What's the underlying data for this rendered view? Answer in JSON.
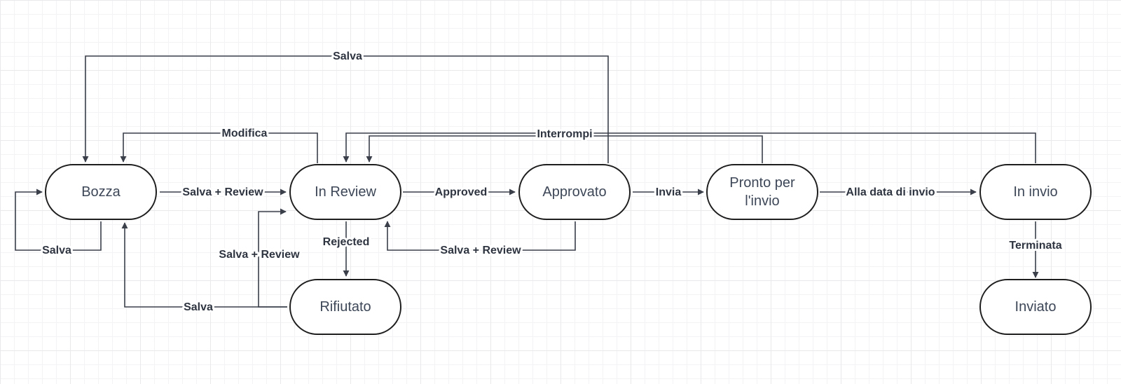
{
  "colors": {
    "node_border": "#1e1e1e",
    "node_text": "#3d4757",
    "edge": "#3a3f4a",
    "label": "#2e3440"
  },
  "nodes": {
    "bozza": "Bozza",
    "in_review": "In Review",
    "approvato": "Approvato",
    "pronto": "Pronto per\nl'invio",
    "in_invio": "In invio",
    "rifiutato": "Rifiutato",
    "inviato": "Inviato"
  },
  "edges": {
    "salva_top": "Salva",
    "modifica": "Modifica",
    "interrompi": "Interrompi",
    "bozza_to_review": "Salva + Review",
    "approved": "Approved",
    "invia": "Invia",
    "alla_data": "Alla data di invio",
    "bozza_self": "Salva",
    "rejected": "Rejected",
    "approvato_to_review": "Salva + Review",
    "rifiutato_to_review": "Salva + Review",
    "rifiutato_to_bozza": "Salva",
    "terminata": "Terminata"
  }
}
